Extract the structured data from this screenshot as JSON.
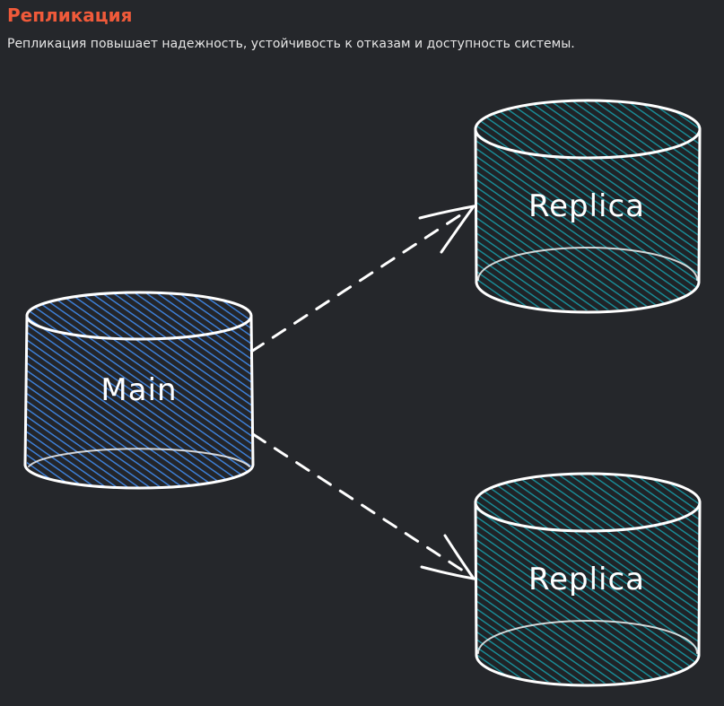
{
  "header": {
    "title": "Репликация",
    "description": "Репликация повышает надежность, устойчивость к отказам и доступность системы."
  },
  "colors": {
    "background": "#25272b",
    "title": "#f05a3a",
    "main_fill": "#3d7fd6",
    "replica_fill": "#1a8a95",
    "stroke": "#ffffff"
  },
  "diagram": {
    "nodes": [
      {
        "id": "main",
        "label": "Main",
        "shape": "cylinder",
        "color": "#3d7fd6"
      },
      {
        "id": "replica_top",
        "label": "Replica",
        "shape": "cylinder",
        "color": "#1a8a95"
      },
      {
        "id": "replica_bottom",
        "label": "Replica",
        "shape": "cylinder",
        "color": "#1a8a95"
      }
    ],
    "edges": [
      {
        "from": "main",
        "to": "replica_top",
        "style": "dashed-arrow"
      },
      {
        "from": "main",
        "to": "replica_bottom",
        "style": "dashed-arrow"
      }
    ]
  }
}
